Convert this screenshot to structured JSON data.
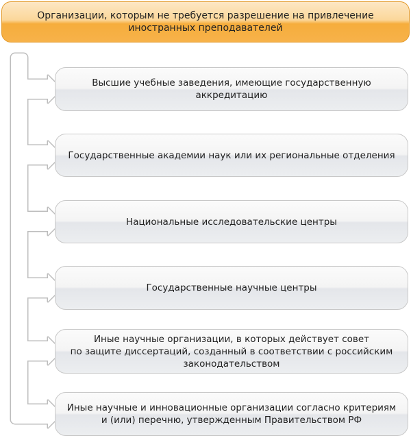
{
  "title": "Организации, которым не требуется разрешение на привлечение иностранных преподавателей",
  "title_lines": [
    "Организации, которым не требуется разрешение на привлечение",
    "иностранных преподавателей"
  ],
  "items": [
    {
      "lines": [
        "Высшие учебные заведения, имеющие государственную",
        "аккредитацию"
      ]
    },
    {
      "lines": [
        "Государственные академии наук или их региональные отделения"
      ]
    },
    {
      "lines": [
        "Национальные исследовательские центры"
      ]
    },
    {
      "lines": [
        "Государственные научные центры"
      ]
    },
    {
      "lines": [
        "Иные научные организации, в которых действует совет",
        "по защите диссертаций, созданный в соответствии с российским",
        "законодательством"
      ]
    },
    {
      "lines": [
        "Иные научные и инновационные организации согласно критериям",
        "и (или) перечню, утвержденным Правительством РФ"
      ]
    }
  ],
  "colors": {
    "header": "#f6ad3c",
    "box_border": "#c8c8c8",
    "connector": "#bdbdbd"
  }
}
